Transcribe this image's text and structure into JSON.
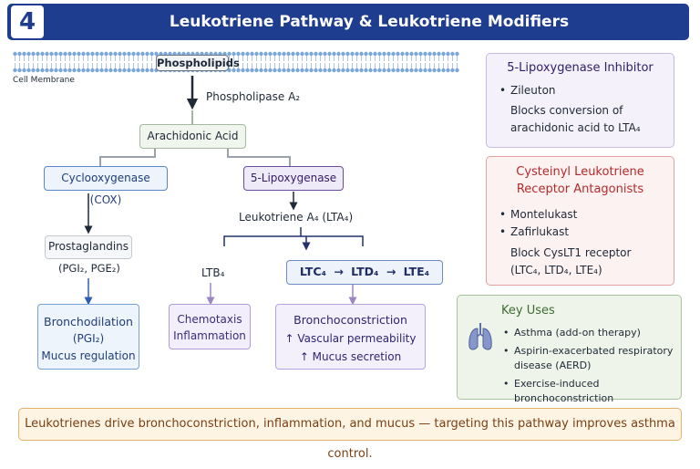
{
  "header": {
    "number": "4",
    "title": "Leukotriene Pathway & Leukotriene Modifiers"
  },
  "pathway": {
    "membrane_label": "Cell Membrane",
    "phospholipids": "Phospholipids",
    "enzyme_pla2": "Phospholipase A₂",
    "arachidonic_acid": "Arachidonic Acid",
    "cox": "Cyclooxygenase (COX)",
    "lipoxygenase": "5-Lipoxygenase",
    "lta4": "Leukotriene A₄ (LTA₄)",
    "prostaglandins": "Prostaglandins",
    "prostaglandins_sub": "(PGI₂, PGE₂)",
    "ltb4": "LTB₄",
    "ltc4": "LTC₄",
    "ltd4": "LTD₄",
    "lte4": "LTE₄",
    "arrow": "→",
    "cox_effects": [
      "Bronchodilation",
      "(PGI₂)",
      "Mucus regulation"
    ],
    "ltb4_effects": [
      "Chemotaxis",
      "Inflammation"
    ],
    "cyslt_effects": [
      "Bronchoconstriction",
      "↑ Vascular permeability",
      "↑ Mucus secretion"
    ]
  },
  "inhibitor_card": {
    "title": "5-Lipoxygenase Inhibitor",
    "items": [
      "Zileuton"
    ],
    "description": [
      "Blocks conversion of",
      "arachidonic acid to LTA₄"
    ]
  },
  "antagonist_card": {
    "title": [
      "Cysteinyl Leukotriene",
      "Receptor Antagonists"
    ],
    "items": [
      "Montelukast",
      "Zafirlukast"
    ],
    "description": [
      "Block CysLT1 receptor",
      "(LTC₄, LTD₄, LTE₄)"
    ]
  },
  "uses_card": {
    "title": "Key Uses",
    "items": [
      "Asthma (add-on therapy)",
      "Aspirin-exacerbated respiratory disease (AERD)",
      "Exercise-induced bronchoconstriction"
    ]
  },
  "footer": {
    "text": "Leukotrienes drive bronchoconstriction, inflammation, and mucus — targeting this pathway improves asthma control."
  },
  "colors": {
    "header": "#1e3d8f",
    "cox": "#2d5fb0",
    "lipoxygenase": "#6a4c9c",
    "antagonist": "#b42a2a",
    "uses": "#3e6b34",
    "footer": "#7a3f12"
  }
}
